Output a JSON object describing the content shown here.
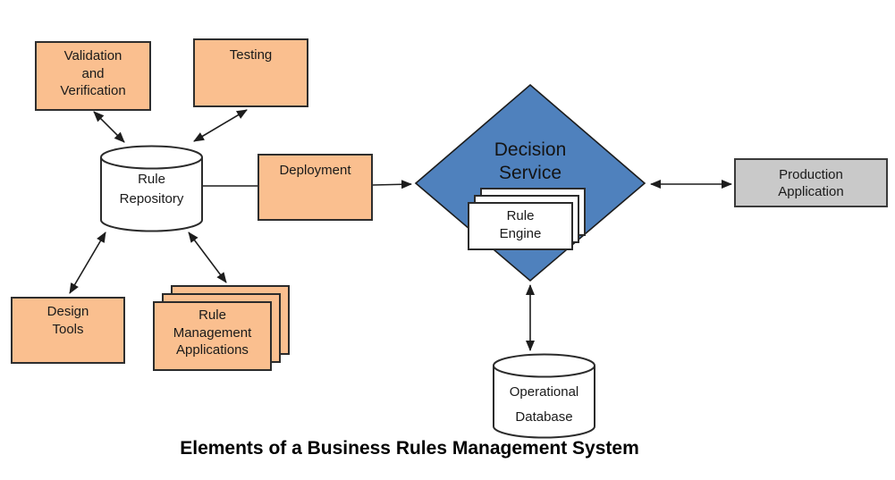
{
  "title": "Elements of a Business Rules Management System",
  "colors": {
    "node_orange": "#fabf8f",
    "diamond_blue": "#4f81bd",
    "box_gray": "#c9c9c9",
    "shape_white": "#ffffff",
    "line_black": "#1d1d1d",
    "text_black": "#1a1a1a"
  },
  "nodes": {
    "validation": {
      "label": "Validation\nand\nVerification"
    },
    "testing": {
      "label": "Testing"
    },
    "rule_repository": {
      "label": "Rule\nRepository"
    },
    "deployment": {
      "label": "Deployment"
    },
    "decision_service": {
      "label": "Decision\nService"
    },
    "rule_engine": {
      "label": "Rule\nEngine"
    },
    "production_application": {
      "label": "Production\nApplication"
    },
    "design_tools": {
      "label": "Design\nTools"
    },
    "rule_management_applications": {
      "label": "Rule\nManagement\nApplications"
    },
    "operational_database": {
      "label": "Operational\nDatabase"
    }
  },
  "edges": [
    {
      "from": "validation",
      "to": "rule_repository",
      "direction": "both"
    },
    {
      "from": "testing",
      "to": "rule_repository",
      "direction": "both"
    },
    {
      "from": "rule_repository",
      "to": "deployment",
      "direction": "none"
    },
    {
      "from": "deployment",
      "to": "decision_service",
      "direction": "forward"
    },
    {
      "from": "decision_service",
      "to": "production_application",
      "direction": "both"
    },
    {
      "from": "decision_service",
      "to": "operational_database",
      "direction": "both"
    },
    {
      "from": "rule_repository",
      "to": "design_tools",
      "direction": "both"
    },
    {
      "from": "rule_repository",
      "to": "rule_management_applications",
      "direction": "both"
    }
  ]
}
